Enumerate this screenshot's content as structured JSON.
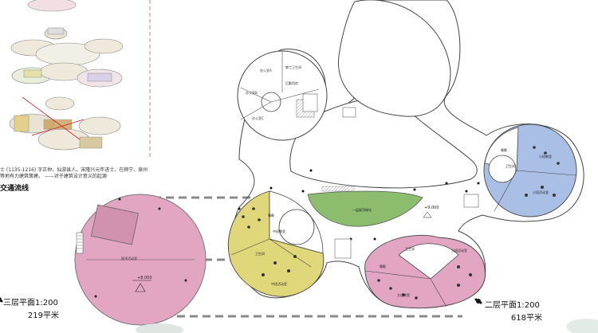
{
  "note": {
    "text": "士 (1135-1216) 字正仲，仙游县人。宋隆兴元年进士，在顺宁、泉州等地有力建筑策建。 ——对于建筑设计意义的起源"
  },
  "section_title": "交通流线",
  "third_floor": {
    "title": "三层平面1:200",
    "area": "219平米",
    "elevation": "+8.000",
    "room_label": "屋顶活动室"
  },
  "second_floor": {
    "title": "二层平面1:200",
    "area": "618平米",
    "elevation": "+9.000"
  },
  "rooms": {
    "office_a": "办公室A",
    "office_b": "教工卫生间",
    "office_c": "后勤用房",
    "office_d": "办公室B",
    "office_e": "办公室C",
    "yellow_1": "中班教室",
    "yellow_2": "中班活动室",
    "yellow_3": "卫生间",
    "yellow_4": "睡眠",
    "blue_1": "小班教室",
    "blue_2": "卫生间",
    "blue_3": "小班活动室",
    "blue_4": "睡眠",
    "pink_1": "大班教室",
    "pink_2": "大班活动室",
    "pink_3": "卫生间",
    "pink_4": "睡眠",
    "green": "一层屋顶绿化"
  },
  "colors": {
    "pink": "#e2a6c3",
    "yellow": "#dfd77a",
    "blue": "#a9bfe6",
    "green": "#8cbd6e",
    "dash": "#888888"
  }
}
